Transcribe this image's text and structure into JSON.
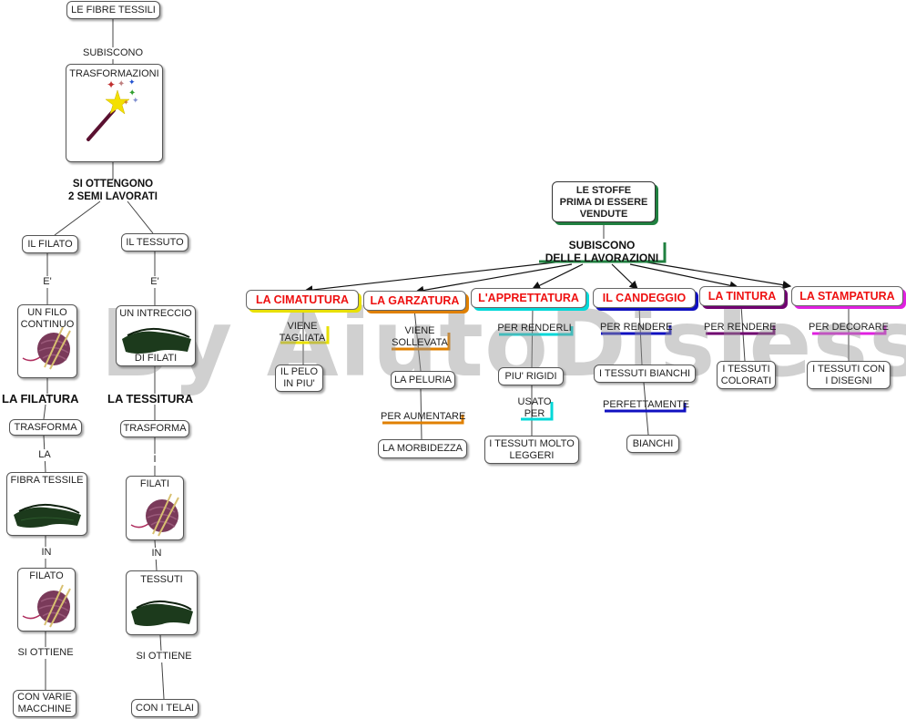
{
  "watermark": "By AiutoDislessia.net",
  "left": {
    "root": "LE FIBRE TESSILI",
    "subiscono": "SUBISCONO",
    "trasformazioni": "TRASFORMAZIONI",
    "si_ottengono": "SI OTTENGONO\n2 SEMI LAVORATI",
    "filato_branch": {
      "il_filato": "IL FILATO",
      "e": "E'",
      "un_filo_continuo": "UN FILO\nCONTINUO",
      "la_filatura": "LA FILATURA",
      "trasforma": "TRASFORMA",
      "la": "LA",
      "fibra_tessile": "FIBRA TESSILE",
      "in": "IN",
      "filato": "FILATO",
      "si_ottiene": "SI OTTIENE",
      "con_varie_macchine": "CON VARIE\nMACCHINE"
    },
    "tessuto_branch": {
      "il_tessuto": "IL TESSUTO",
      "e": "E'",
      "un_intreccio": "UN INTRECCIO\nDI FILATI",
      "la_tessitura": "LA TESSITURA",
      "trasforma": "TRASFORMA",
      "i": "I",
      "filati": "FILATI",
      "in": "IN",
      "tessuti": "TESSUTI",
      "si_ottiene": "SI OTTIENE",
      "con_i_telai": "CON I TELAI"
    }
  },
  "right": {
    "root": "LE STOFFE\nPRIMA DI ESSERE\nVENDUTE",
    "subiscono": "SUBISCONO\nDELLE LAVORAZIONI",
    "categories": [
      {
        "label": "LA CIMATUTURA",
        "color": "#e8e000"
      },
      {
        "label": "LA GARZATURA",
        "color": "#e08000"
      },
      {
        "label": "L'APPRETTATURA",
        "color": "#00d8d8"
      },
      {
        "label": "IL CANDEGGIO",
        "color": "#1010c0"
      },
      {
        "label": "LA TINTURA",
        "color": "#700070"
      },
      {
        "label": "LA STAMPATURA",
        "color": "#e020e0"
      }
    ],
    "cimatutura": {
      "viene": "VIENE\nTAGLIATA",
      "pelo": "IL PELO\nIN PIU'"
    },
    "garzatura": {
      "viene": "VIENE\nSOLLEVATA",
      "peluria": "LA PELURIA",
      "per": "PER AUMENTARE",
      "morbidezza": "LA MORBIDEZZA"
    },
    "apprettatura": {
      "per": "PER RENDERLI",
      "rigidi": "PIU' RIGIDI",
      "usato": "USATO\nPER",
      "leggeri": "I TESSUTI MOLTO\nLEGGERI"
    },
    "candeggio": {
      "per": "PER RENDERE",
      "bianchi": "I TESSUTI BIANCHI",
      "perf": "PERFETTAMENTE",
      "bianchi2": "BIANCHI"
    },
    "tintura": {
      "per": "PER RENDERE",
      "colorati": "I TESSUTI\nCOLORATI"
    },
    "stampatura": {
      "per": "PER DECORARE",
      "disegni": "I TESSUTI CON\nI DISEGNI"
    }
  }
}
